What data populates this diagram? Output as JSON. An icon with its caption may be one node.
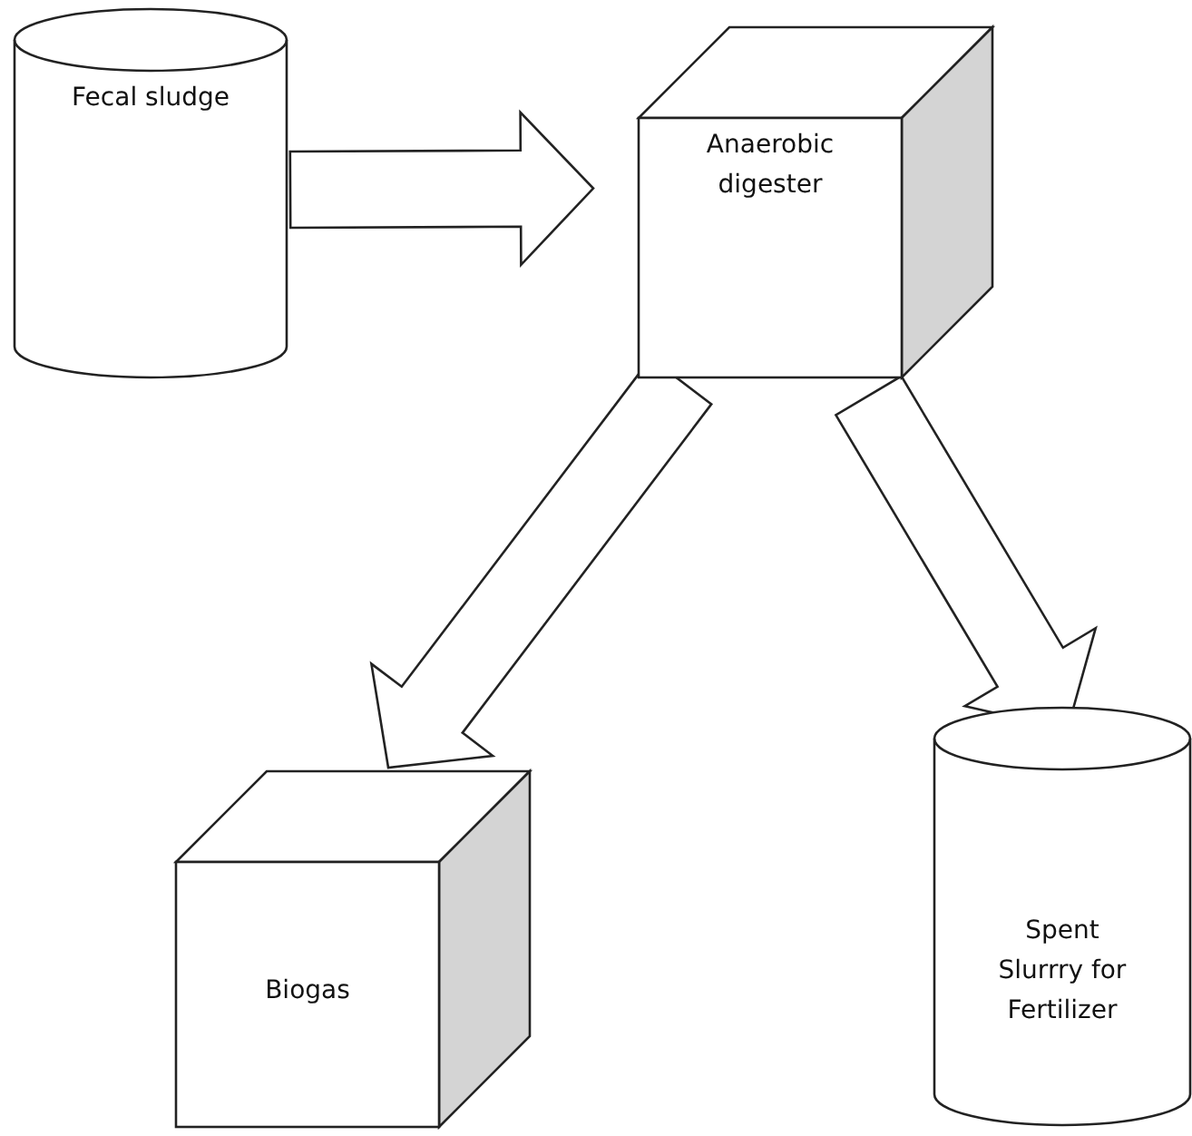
{
  "diagram": {
    "nodes": [
      {
        "text": [
          "Fecal sludge"
        ]
      },
      {
        "text": [
          "Anaerobic digester"
        ]
      },
      {
        "text": [
          "Biogas"
        ]
      },
      {
        "text": [
          "Spent Slurrry for Fertilizer"
        ]
      }
    ],
    "edges": [
      {
        "from": 0,
        "to": 1,
        "arrow": "to"
      },
      {
        "from": 1,
        "to": 2,
        "arrow": "to"
      },
      {
        "from": 1,
        "to": 3,
        "arrow": "to"
      }
    ]
  }
}
